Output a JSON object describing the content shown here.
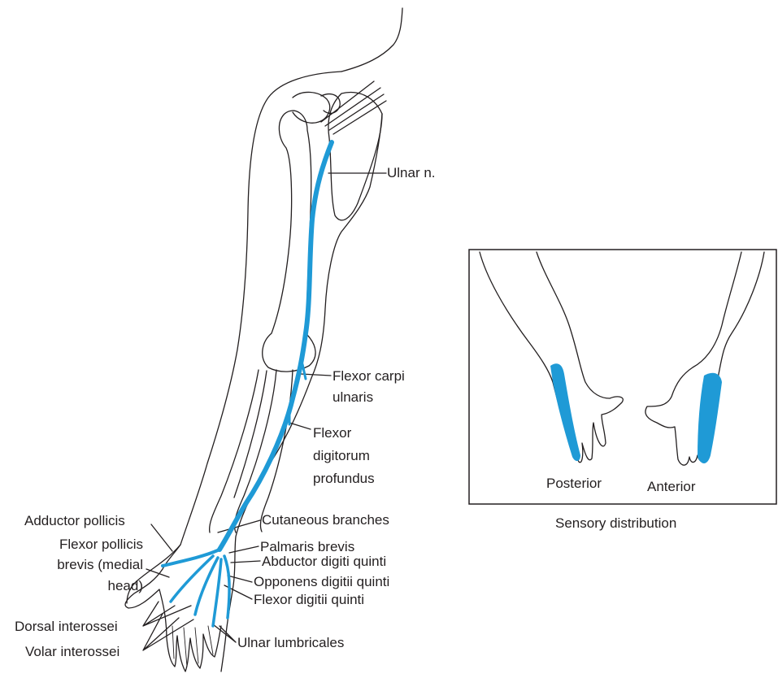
{
  "colors": {
    "nerve": "#1f9ad6",
    "outline": "#231f20",
    "background": "#ffffff"
  },
  "labels": {
    "ulnar_n": "Ulnar n.",
    "fcu_1": "Flexor carpi",
    "fcu_2": "ulnaris",
    "fdp_1": "Flexor",
    "fdp_2": "digitorum",
    "fdp_3": "profundus",
    "cutaneous": "Cutaneous branches",
    "palmaris": "Palmaris brevis",
    "abductor_dq": "Abductor digiti quinti",
    "opponens_dq": "Opponens digitii quinti",
    "flexor_dq": "Flexor digitii quinti",
    "ulnar_lumbricales": "Ulnar lumbricales",
    "adductor_pollicis": "Adductor pollicis",
    "fpb_1": "Flexor pollicis",
    "fpb_2": "brevis (medial",
    "fpb_3": "head)",
    "dorsal_interossei": "Dorsal interossei",
    "volar_interossei": "Volar interossei"
  },
  "inset": {
    "posterior": "Posterior",
    "anterior": "Anterior",
    "caption": "Sensory distribution"
  }
}
